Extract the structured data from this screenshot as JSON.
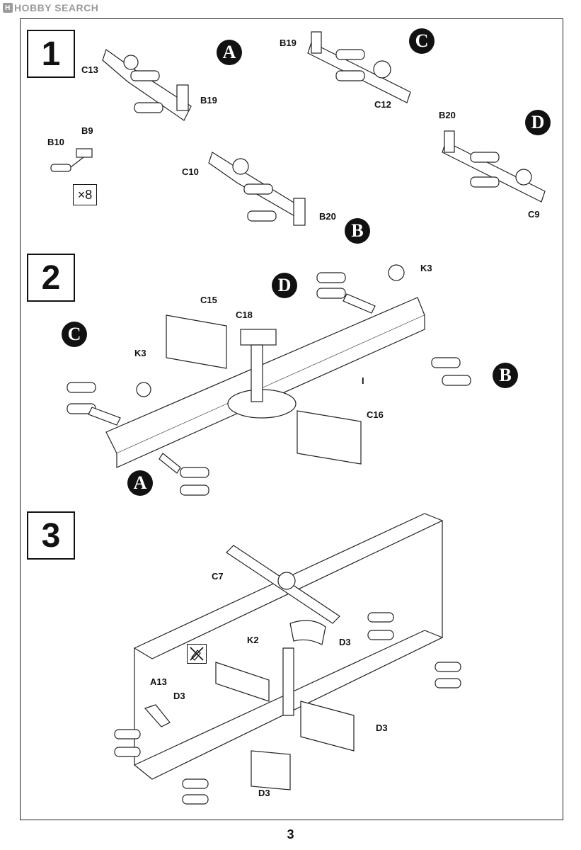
{
  "watermark": {
    "text": "HOBBY SEARCH"
  },
  "page_number": "3",
  "steps": [
    {
      "number": "1"
    },
    {
      "number": "2"
    },
    {
      "number": "3"
    }
  ],
  "step1": {
    "labels": {
      "c13": "C13",
      "b19_a": "B19",
      "b19_c": "B19",
      "c12": "C12",
      "b10": "B10",
      "b9": "B9",
      "c10": "C10",
      "b20_b": "B20",
      "b20_d": "B20",
      "c9": "C9"
    },
    "multiplier": "×8",
    "badges": {
      "a": "A",
      "b": "B",
      "c": "C",
      "d": "D"
    }
  },
  "step2": {
    "labels": {
      "c15": "C15",
      "c18": "C18",
      "k3_left": "K3",
      "k3_right": "K3",
      "i": "I",
      "c16": "C16"
    },
    "badges": {
      "a": "A",
      "b": "B",
      "c": "C",
      "d": "D"
    }
  },
  "step3": {
    "labels": {
      "c7": "C7",
      "k2": "K2",
      "d3_top": "D3",
      "a13": "A13",
      "d3_left": "D3",
      "d3_right": "D3",
      "d3_bottom": "D3"
    }
  }
}
